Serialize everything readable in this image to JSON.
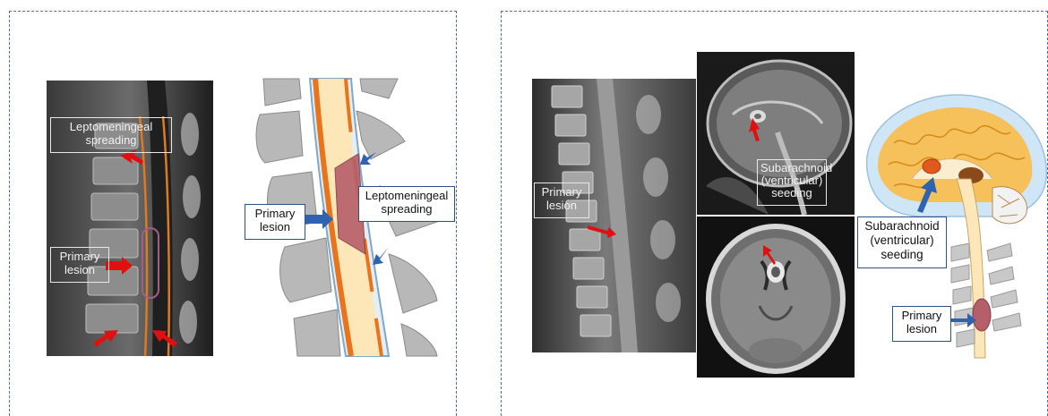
{
  "left_panel": {
    "mri_labels": {
      "leptomeningeal": [
        "Leptomeningeal",
        "spreading"
      ],
      "primary": [
        "Primary",
        "lesion"
      ]
    },
    "diagram_labels": {
      "primary": [
        "Primary",
        "lesion"
      ],
      "leptomeningeal": [
        "Leptomeningeal",
        "spreading"
      ]
    }
  },
  "right_panel": {
    "sagittal_spine_label": [
      "Primary",
      "lesion"
    ],
    "brain_mri_label": [
      "Subarachnoid",
      "(ventricular)",
      "seeding"
    ],
    "diagram_labels": {
      "seeding": [
        "Subarachnoid",
        "(ventricular)",
        "seeding"
      ],
      "primary": [
        "Primary",
        "lesion"
      ]
    }
  },
  "colors": {
    "dashed_border": "#4a6fb5",
    "red_arrow": "#e01010",
    "blue_arrow": "#2f63b0",
    "lesion": "#b55f6a",
    "csf": "#fde7b8",
    "leptomeningeal_orange": "#e8741c"
  }
}
